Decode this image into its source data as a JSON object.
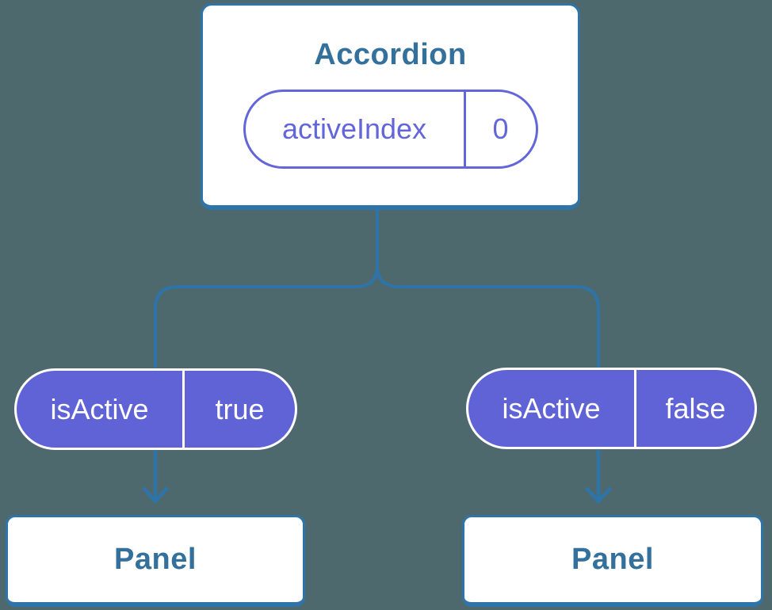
{
  "canvas": {
    "background": "#4e696e"
  },
  "colors": {
    "card_background": "#ffffff",
    "card_border_blue": "#2e74a8",
    "connector_blue": "#2e74a8",
    "title_text_blue": "#33719c",
    "pill_outline_purple": "#6366d9",
    "pill_fill_purple": "#6063d6",
    "pill_text_white": "#ffffff"
  },
  "diagram": {
    "root": {
      "title": "Accordion",
      "state": {
        "name": "activeIndex",
        "value": "0"
      }
    },
    "children": [
      {
        "prop_name": "isActive",
        "prop_value": "true",
        "label": "Panel"
      },
      {
        "prop_name": "isActive",
        "prop_value": "false",
        "label": "Panel"
      }
    ]
  }
}
